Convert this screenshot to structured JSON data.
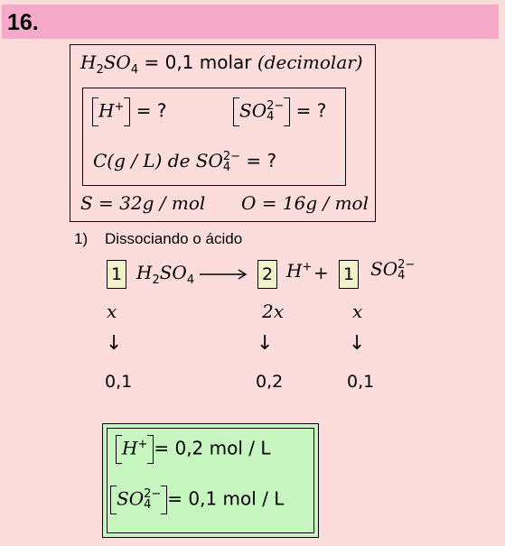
{
  "header": {
    "number": "16."
  },
  "given": {
    "h2so4": "H",
    "h2so4_sub": "2",
    "so4_part": "SO",
    "so4_sub": "4",
    "equals_molar": " = 0,1 molar ",
    "decimolar": "(decimolar)"
  },
  "unknowns": {
    "h_ion": "H",
    "h_sup": "+",
    "equals_q1": " = ?",
    "so4": "SO",
    "so4_sup": "2−",
    "so4_sub": "4",
    "equals_q2": " = ?",
    "conc_label": "C(g / L) de SO",
    "equals_q3": " = ?"
  },
  "masses": {
    "s": "S = 32g / mol",
    "o": "O = 16g / mol"
  },
  "step": {
    "number": "1)",
    "title": "Dissociando o ácido"
  },
  "equation": {
    "coef1": "1",
    "coef2": "2",
    "coef3": "1",
    "plus": "+",
    "col1_var": "x",
    "col2_var": "2x",
    "col3_var": "x",
    "down_arrow": "↓",
    "col1_val": "0,1",
    "col2_val": "0,2",
    "col3_val": "0,1"
  },
  "results": {
    "h_value": "= 0,2 mol / L",
    "so4_value": "= 0,1 mol / L"
  }
}
